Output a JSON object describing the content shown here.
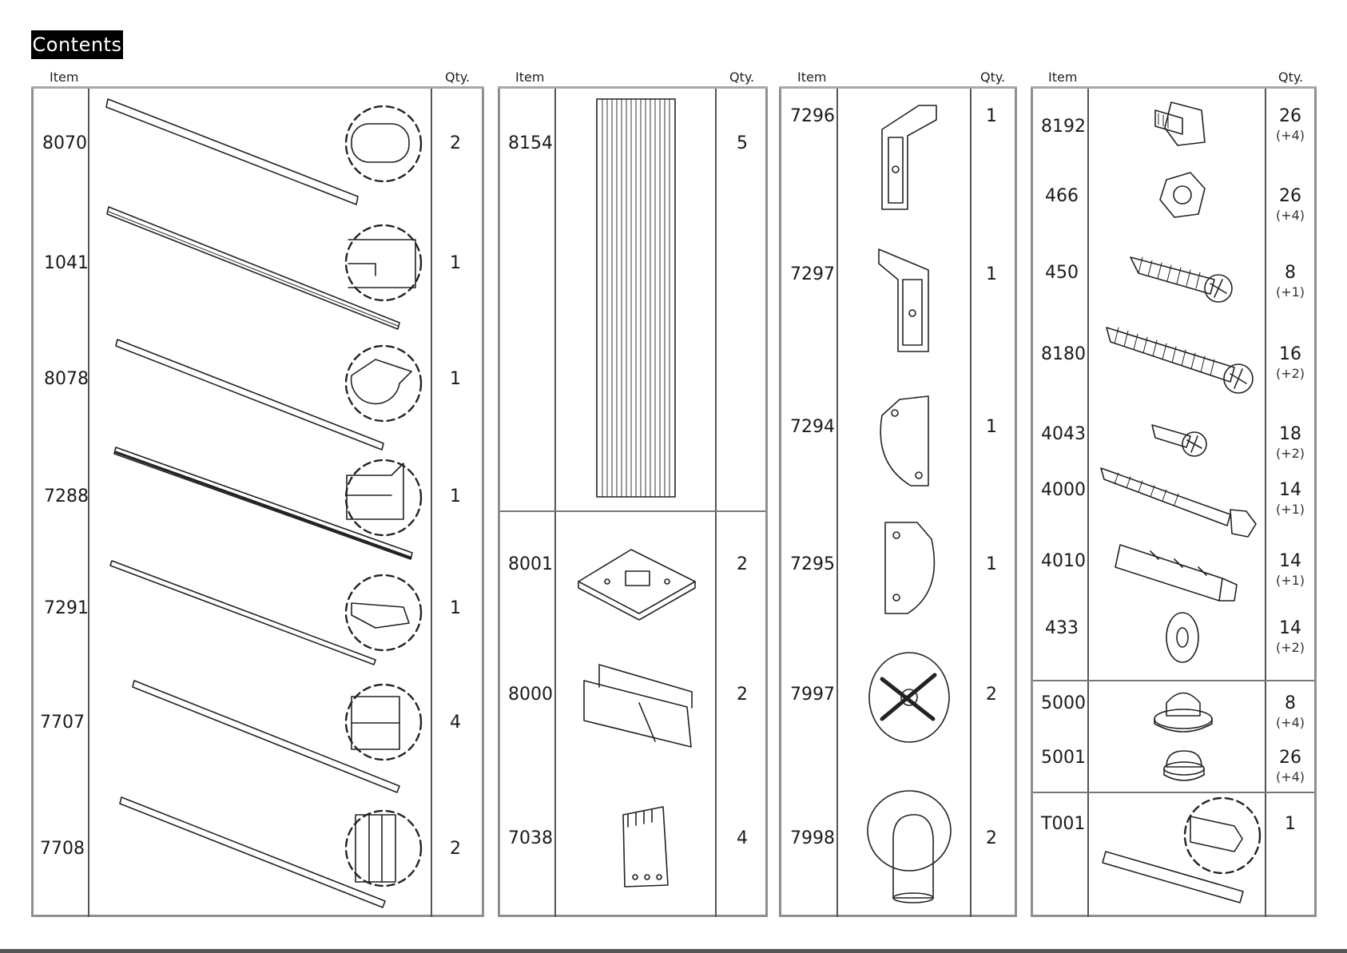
{
  "title": "Contents",
  "headers": {
    "item": "Item",
    "qty": "Qty."
  },
  "columns": [
    {
      "name": "col-1",
      "items": [
        {
          "code": "8070",
          "qty": "2",
          "spare": ""
        },
        {
          "code": "1041",
          "qty": "1",
          "spare": ""
        },
        {
          "code": "8078",
          "qty": "1",
          "spare": ""
        },
        {
          "code": "7288",
          "qty": "1",
          "spare": ""
        },
        {
          "code": "7291",
          "qty": "1",
          "spare": ""
        },
        {
          "code": "7707",
          "qty": "4",
          "spare": ""
        },
        {
          "code": "7708",
          "qty": "2",
          "spare": ""
        }
      ]
    },
    {
      "name": "col-2",
      "items": [
        {
          "code": "8154",
          "qty": "5",
          "spare": ""
        },
        {
          "code": "8001",
          "qty": "2",
          "spare": ""
        },
        {
          "code": "8000",
          "qty": "2",
          "spare": ""
        },
        {
          "code": "7038",
          "qty": "4",
          "spare": ""
        }
      ]
    },
    {
      "name": "col-3",
      "items": [
        {
          "code": "7296",
          "qty": "1",
          "spare": ""
        },
        {
          "code": "7297",
          "qty": "1",
          "spare": ""
        },
        {
          "code": "7294",
          "qty": "1",
          "spare": ""
        },
        {
          "code": "7295",
          "qty": "1",
          "spare": ""
        },
        {
          "code": "7997",
          "qty": "2",
          "spare": ""
        },
        {
          "code": "7998",
          "qty": "2",
          "spare": ""
        }
      ]
    },
    {
      "name": "col-4",
      "items": [
        {
          "code": "8192",
          "qty": "26",
          "spare": "(+4)"
        },
        {
          "code": "466",
          "qty": "26",
          "spare": "(+4)"
        },
        {
          "code": "450",
          "qty": "8",
          "spare": "(+1)"
        },
        {
          "code": "8180",
          "qty": "16",
          "spare": "(+2)"
        },
        {
          "code": "4043",
          "qty": "18",
          "spare": "(+2)"
        },
        {
          "code": "4000",
          "qty": "14",
          "spare": "(+1)"
        },
        {
          "code": "4010",
          "qty": "14",
          "spare": "(+1)"
        },
        {
          "code": "433",
          "qty": "14",
          "spare": "(+2)"
        },
        {
          "code": "5000",
          "qty": "8",
          "spare": "(+4)"
        },
        {
          "code": "5001",
          "qty": "26",
          "spare": "(+4)"
        },
        {
          "code": "T001",
          "qty": "1",
          "spare": ""
        }
      ]
    }
  ]
}
